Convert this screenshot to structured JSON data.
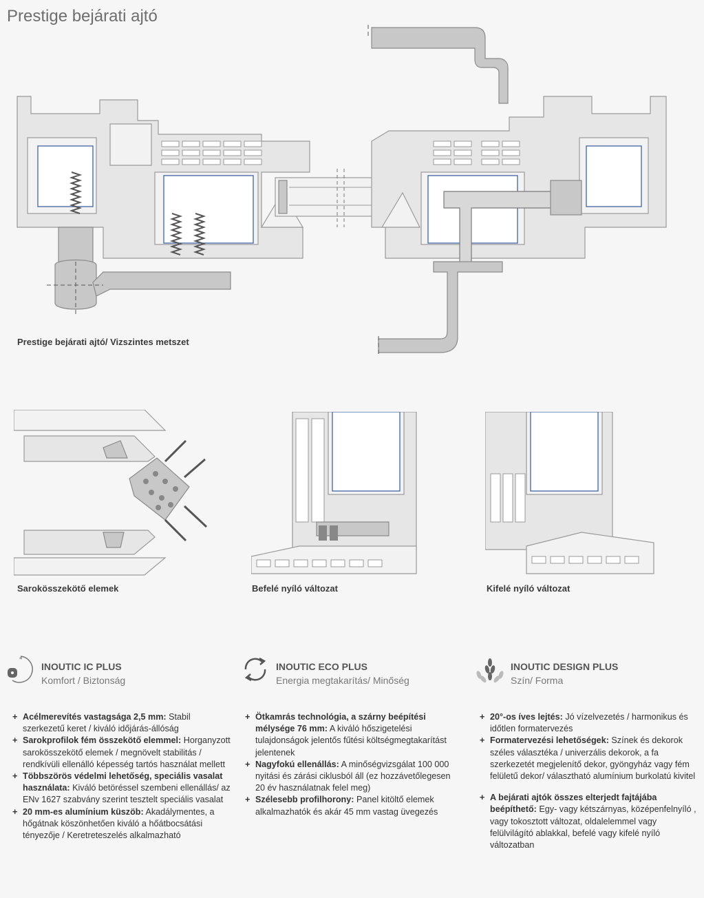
{
  "title": "Prestige bejárati ajtó",
  "captions": {
    "section": "Prestige bejárati ajtó/ Vizszintes metszet",
    "corner": "Sarokösszekötő elemek",
    "inward": "Befelé nyíló változat",
    "outward": "Kifelé nyíló változat"
  },
  "features": [
    {
      "icon": "lock-icon",
      "name": "INOUTIC IC PLUS",
      "sub": "Komfort / Biztonság"
    },
    {
      "icon": "cycle-arrows-icon",
      "name": "INOUTIC ECO PLUS",
      "sub": "Energia megtakarítás/ Minőség"
    },
    {
      "icon": "laurel-icon",
      "name": "INOUTIC DESIGN PLUS",
      "sub": "Szín/ Forma"
    }
  ],
  "columns": [
    [
      {
        "head": "Acélmerevítés vastagsága 2,5 mm:",
        "text": " Stabil szerkezetű keret / kiváló időjárás-állóság"
      },
      {
        "head": "Sarokprofilok fém összekötő elemmel:",
        "text": " Horganyzott sarokösszekötő elemek / megnövelt stabilitás / rendkívüli ellenálló képesség tartós használat mellett"
      },
      {
        "head": "Többszörös védelmi lehetőség, speciális vasalat használata:",
        "text": " Kiváló betöréssel szembeni ellenállás/ az ENv 1627 szabvány szerint tesztelt speciális vasalat"
      },
      {
        "head": "20 mm-es alumínium küszöb:",
        "text": " Akadálymentes, a hőgátnak köszönhetően kiváló a hőátbocsátási tényezője / Keretreteszelés alkalmazható"
      }
    ],
    [
      {
        "head": "Ötkamrás technológia, a szárny beépítési mélysége 76 mm:",
        "text": " A kiváló hőszigetelési tulajdonságok jelentős fűtési költségmegtakarítást jelentenek"
      },
      {
        "head": "Nagyfokú ellenállás:",
        "text": " A minőségvizsgálat 100 000 nyitási és zárási ciklusból áll (ez hozzávetőlegesen 20 év használatnak felel meg)"
      },
      {
        "head": "Szélesebb profilhorony:",
        "text": " Panel kitöltő elemek alkalmazhatók és akár 45 mm vastag üvegezés"
      }
    ],
    [
      {
        "head": "20°-os íves lejtés:",
        "text": " Jó vízelvezetés / harmonikus és időtlen formatervezés"
      },
      {
        "head": "Formatervezési lehetőségek:",
        "text": " Színek és dekorok széles választéka / univerzális dekorok, a fa szerkezetét megjelenítő dekor, gyöngyház vagy fém felületű dekor/ választható alumínium burkolatú kivitel"
      },
      {
        "head": "A bejárati ajtók összes elterjedt fajtájába beépíthető:",
        "text": " Egy- vagy kétszárnyas, középenfelnyíló , vagy tokosztott változat, oldalelemmel vagy felülvilágító ablakkal, befelé vagy kifelé nyíló változatban"
      }
    ]
  ],
  "plus_symbol": "+"
}
